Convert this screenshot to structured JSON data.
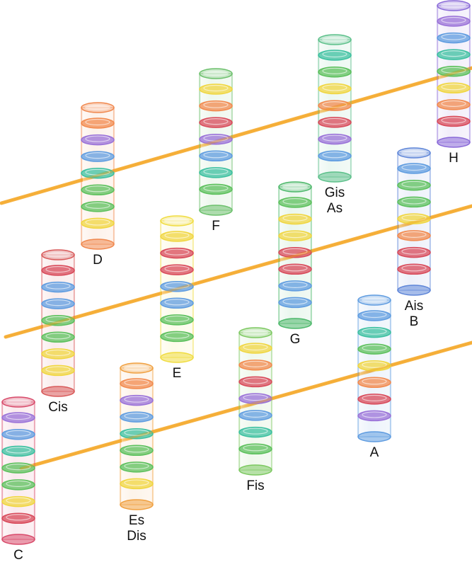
{
  "diagram": {
    "ring_colors": {
      "orange": "#f28a4e",
      "purple": "#9a72d8",
      "blue": "#5f9ce0",
      "teal": "#3cc0a0",
      "green": "#5cc05c",
      "yellow": "#f0d640",
      "red": "#d84a5a"
    },
    "connector_color": "#f5a623",
    "tubes": [
      {
        "id": "C",
        "names": [
          "C"
        ],
        "tint": "#d84a6a",
        "rings": [
          "purple",
          "blue",
          "teal",
          "green",
          "green",
          "yellow",
          "red"
        ]
      },
      {
        "id": "Cis",
        "names": [
          "Cis"
        ],
        "tint": "#d85a5a",
        "rings": [
          "red",
          "blue",
          "blue",
          "green",
          "green",
          "yellow",
          "yellow"
        ]
      },
      {
        "id": "D",
        "names": [
          "D"
        ],
        "tint": "#f0884e",
        "rings": [
          "orange",
          "purple",
          "blue",
          "teal",
          "green",
          "green",
          "yellow"
        ]
      },
      {
        "id": "Es",
        "names": [
          "Es",
          "Dis"
        ],
        "tint": "#f0a040",
        "rings": [
          "orange",
          "purple",
          "blue",
          "teal",
          "green",
          "green",
          "yellow"
        ]
      },
      {
        "id": "E",
        "names": [
          "E"
        ],
        "tint": "#f0dc40",
        "rings": [
          "yellow",
          "red",
          "red",
          "blue",
          "blue",
          "green",
          "green"
        ]
      },
      {
        "id": "F",
        "names": [
          "F"
        ],
        "tint": "#6cc06c",
        "rings": [
          "yellow",
          "orange",
          "red",
          "purple",
          "blue",
          "teal",
          "green"
        ]
      },
      {
        "id": "Fis",
        "names": [
          "Fis"
        ],
        "tint": "#7cc860",
        "rings": [
          "yellow",
          "orange",
          "red",
          "purple",
          "blue",
          "teal",
          "green"
        ]
      },
      {
        "id": "G",
        "names": [
          "G"
        ],
        "tint": "#4cb86a",
        "rings": [
          "green",
          "yellow",
          "yellow",
          "red",
          "red",
          "blue",
          "blue"
        ]
      },
      {
        "id": "Gis",
        "names": [
          "Gis",
          "As"
        ],
        "tint": "#5cc08a",
        "rings": [
          "teal",
          "green",
          "yellow",
          "orange",
          "red",
          "purple",
          "blue"
        ]
      },
      {
        "id": "A",
        "names": [
          "A"
        ],
        "tint": "#5f9ce0",
        "rings": [
          "blue",
          "teal",
          "green",
          "yellow",
          "orange",
          "red",
          "purple"
        ]
      },
      {
        "id": "Ais",
        "names": [
          "Ais",
          "B"
        ],
        "tint": "#5f86d8",
        "rings": [
          "blue",
          "green",
          "green",
          "yellow",
          "orange",
          "red",
          "red"
        ]
      },
      {
        "id": "H",
        "names": [
          "H"
        ],
        "tint": "#8a6ad8",
        "rings": [
          "purple",
          "blue",
          "teal",
          "green",
          "yellow",
          "orange",
          "red"
        ]
      }
    ],
    "connectors": [
      {
        "id": "top"
      },
      {
        "id": "middle"
      },
      {
        "id": "bottom"
      }
    ]
  }
}
